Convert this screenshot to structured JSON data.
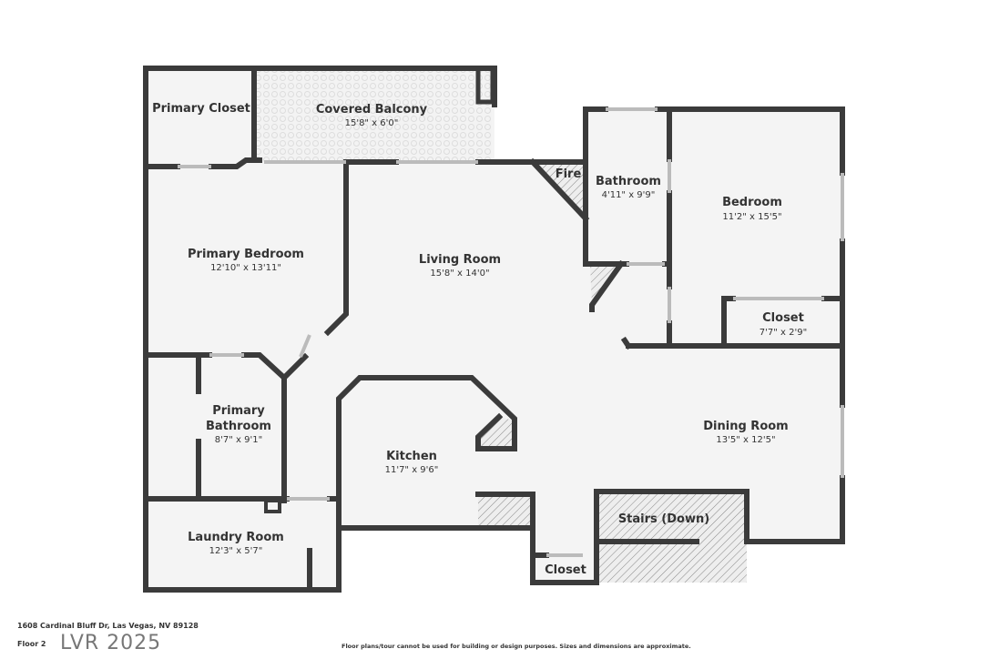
{
  "rooms": [
    {
      "name": "Primary Closet",
      "dim": ""
    },
    {
      "name": "Covered Balcony",
      "dim": "15'8\" x 6'0\""
    },
    {
      "name": "Fire",
      "dim": ""
    },
    {
      "name": "Bathroom",
      "dim": "4'11\" x 9'9\""
    },
    {
      "name": "Bedroom",
      "dim": "11'2\" x 15'5\""
    },
    {
      "name": "Primary Bedroom",
      "dim": "12'10\" x 13'11\""
    },
    {
      "name": "Living Room",
      "dim": "15'8\" x 14'0\""
    },
    {
      "name": "Closet",
      "dim": "7'7\" x 2'9\""
    },
    {
      "name": "Primary",
      "name2": "Bathroom",
      "dim": "8'7\" x 9'1\""
    },
    {
      "name": "Dining Room",
      "dim": "13'5\" x 12'5\""
    },
    {
      "name": "Kitchen",
      "dim": "11'7\" x 9'6\""
    },
    {
      "name": "Laundry Room",
      "dim": "12'3\" x 5'7\""
    },
    {
      "name": "Stairs (Down)",
      "dim": ""
    },
    {
      "name": "Closet",
      "dim": ""
    }
  ],
  "footer": {
    "address": "1608 Cardinal Bluff Dr, Las Vegas, NV 89128",
    "floor": "Floor 2",
    "disclaimer": "Floor plans/tour cannot be used for building or design purposes. Sizes and dimensions are approximate.",
    "watermark": "LVR 2025"
  }
}
